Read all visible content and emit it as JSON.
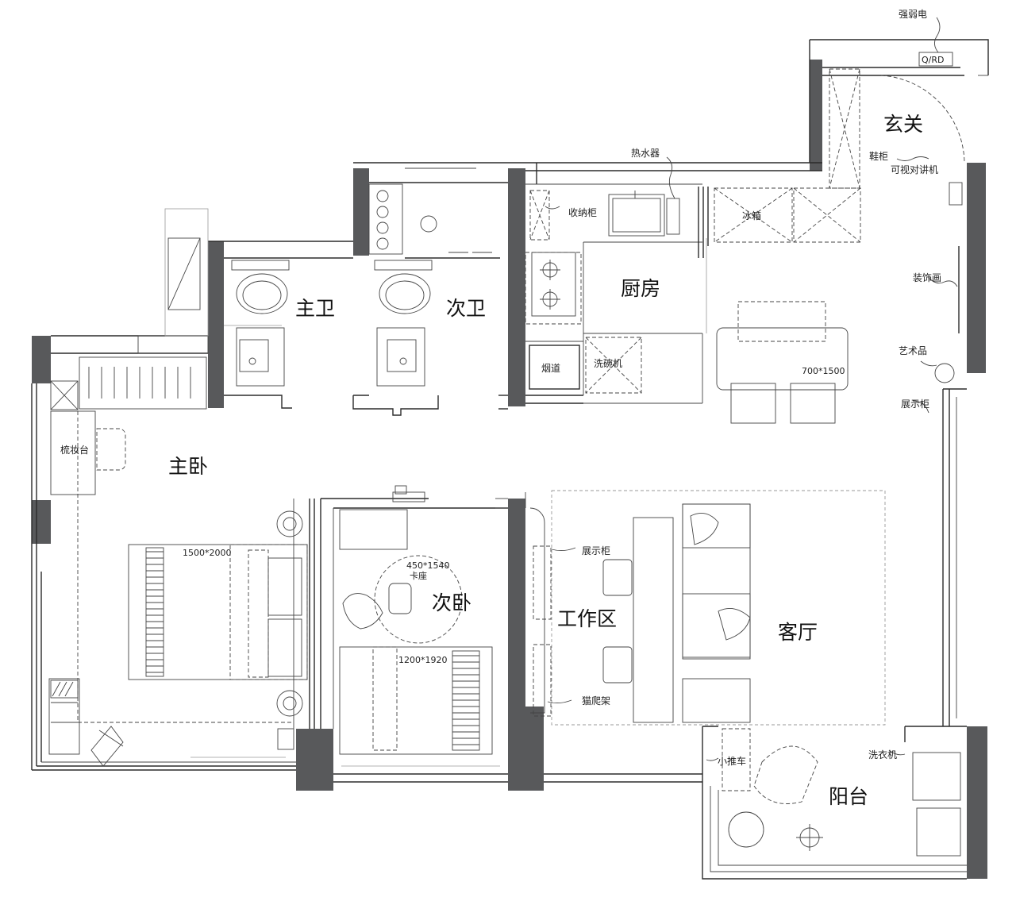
{
  "rooms": {
    "entry": "玄关",
    "master_bath": "主卫",
    "second_bath": "次卫",
    "kitchen": "厨房",
    "master_bedroom": "主卧",
    "second_bedroom": "次卧",
    "work_area": "工作区",
    "living_room": "客厅",
    "balcony": "阳台"
  },
  "labels": {
    "power": "强弱电",
    "meter_box": "Q/RD",
    "shoe_cabinet": "鞋柜",
    "intercom": "可视对讲机",
    "water_heater": "热水器",
    "storage_cabinet": "收纳柜",
    "fridge": "冰箱",
    "decor_painting": "装饰画",
    "flue": "烟道",
    "dishwasher": "洗碗机",
    "art_piece": "艺术品",
    "display_cabinet_right": "展示柜",
    "dining_table_size": "700*1500",
    "dresser": "梳妆台",
    "master_bed_size": "1500*2000",
    "booth_size": "450*1540",
    "booth": "卡座",
    "display_cabinet_work": "展示柜",
    "second_bed_size": "1200*1920",
    "cat_tree": "猫爬架",
    "cart": "小推车",
    "washer": "洗衣机"
  },
  "colors": {
    "wall": "#58595b",
    "line": "#2b2b2b",
    "background": "#ffffff"
  }
}
